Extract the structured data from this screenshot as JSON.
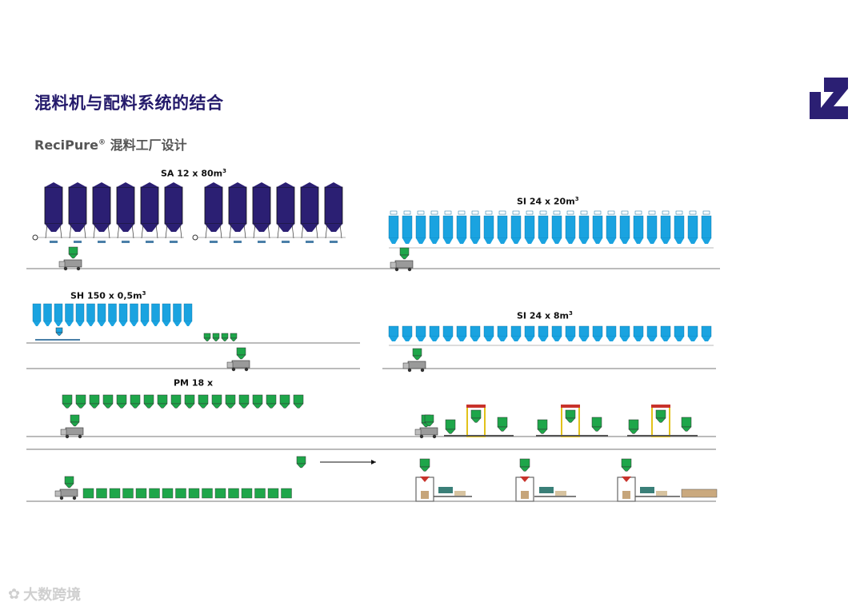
{
  "header": {
    "title": "混料机与配料系统的结合",
    "subtitle_brand": "ReciPure",
    "subtitle_mark": "®",
    "subtitle_rest": "混料工厂设计"
  },
  "logo": {
    "icon": "z-logo-icon",
    "color": "#2b1f73"
  },
  "sections": {
    "sa": {
      "label": "SA 12 x 80m",
      "sup": "3"
    },
    "si20": {
      "label": "SI 24 x 20m",
      "sup": "3"
    },
    "sh": {
      "label": "SH 150 x 0,5m",
      "sup": "3"
    },
    "si8": {
      "label": "SI 24 x 8m",
      "sup": "3"
    },
    "pm": {
      "label": "PM 18 x",
      "sup": ""
    }
  },
  "watermark": {
    "text": "大数跨境",
    "icon": "chat-bubble-icon"
  },
  "colors": {
    "silo_dark": "#2b1f73",
    "silo_light": "#1aa3e0",
    "hopper_green": "#1ea64a",
    "frame_yellow": "#e2c21a",
    "frame_red": "#c8322b",
    "belt_teal": "#3a7f78",
    "line_gray": "#777777"
  }
}
